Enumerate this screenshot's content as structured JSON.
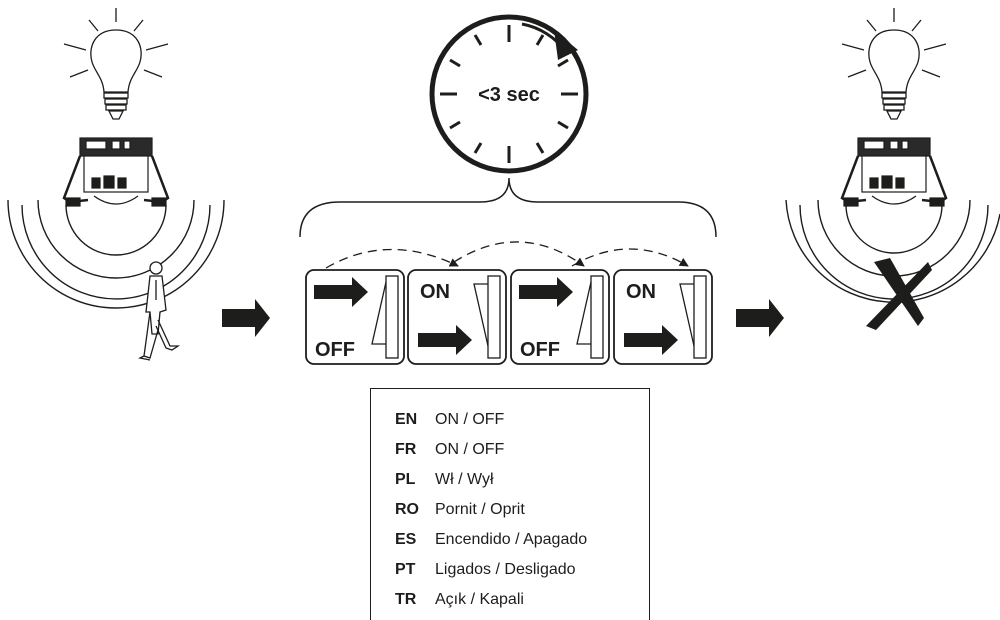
{
  "timer": {
    "label": "<3 sec"
  },
  "switches": [
    {
      "label": "OFF"
    },
    {
      "label": "ON"
    },
    {
      "label": "OFF"
    },
    {
      "label": "ON"
    }
  ],
  "legend": [
    {
      "code": "EN",
      "text": "ON / OFF"
    },
    {
      "code": "FR",
      "text": "ON / OFF"
    },
    {
      "code": "PL",
      "text": "Wł / Wył"
    },
    {
      "code": "RO",
      "text": "Pornit / Oprit"
    },
    {
      "code": "ES",
      "text": "Encendido / Apagado"
    },
    {
      "code": "PT",
      "text": "Ligados / Desligado"
    },
    {
      "code": "TR",
      "text": "Açık / Kapali"
    }
  ],
  "colors": {
    "ink": "#1d1d1b",
    "background": "#ffffff"
  },
  "icons": [
    "light-bulb-icon",
    "motion-sensor-icon",
    "walking-person-icon",
    "right-arrow-icon",
    "clock-icon",
    "switch-icon",
    "cross-icon"
  ]
}
